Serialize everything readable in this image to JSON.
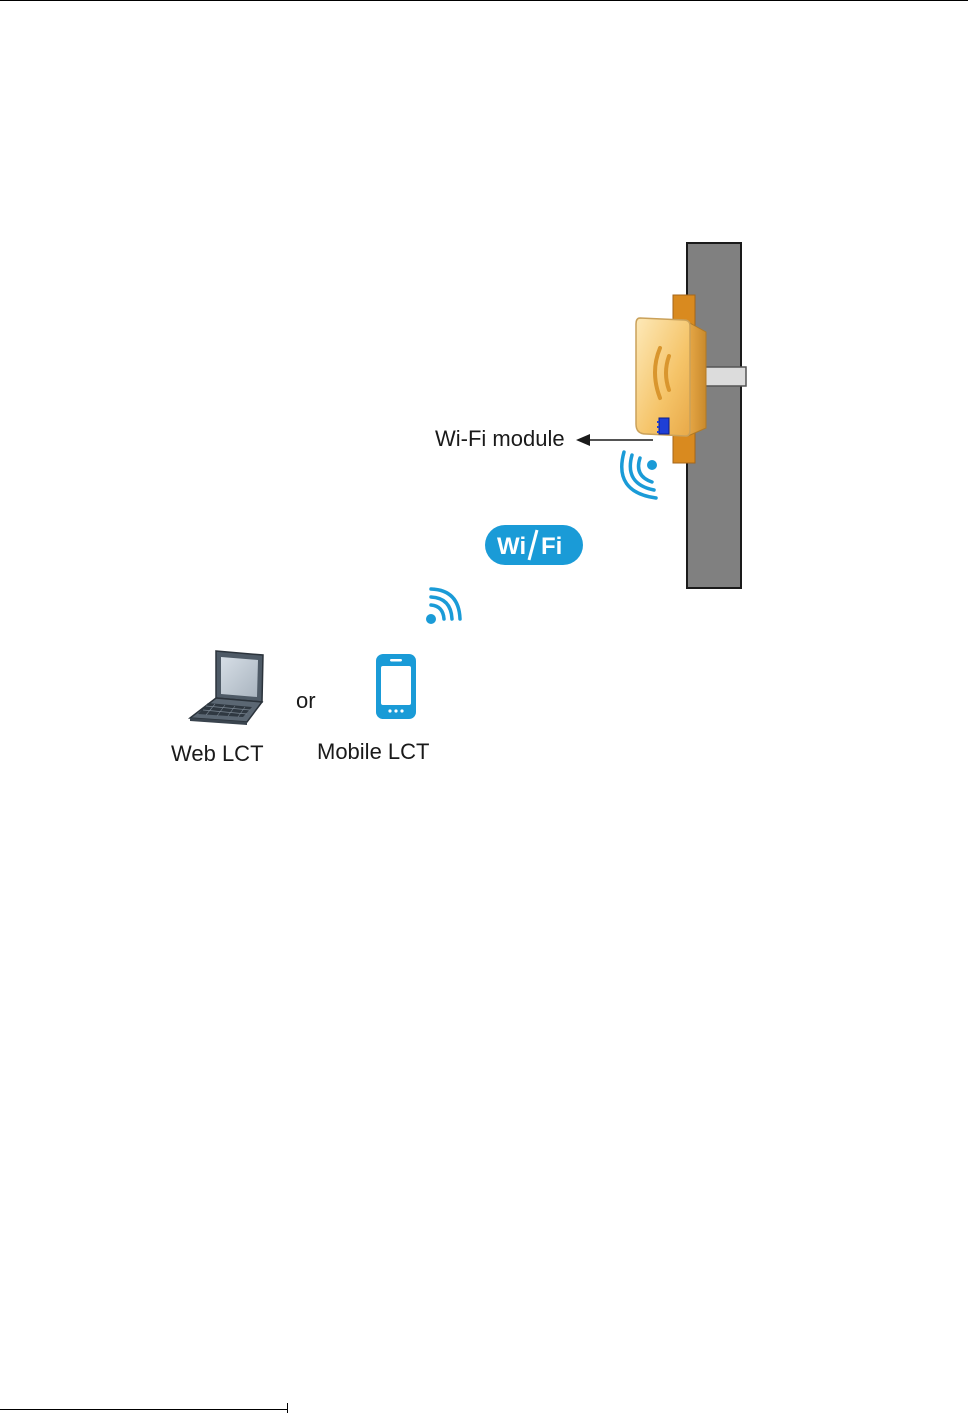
{
  "diagram": {
    "wifi_module_label": "Wi-Fi module",
    "wifi_badge": {
      "left": "Wi",
      "right": "Fi"
    },
    "or_label": "or",
    "web_lct_label": "Web LCT",
    "mobile_lct_label": "Mobile LCT",
    "icons": {
      "pole": "pole-icon",
      "device": "outdoor-unit-icon",
      "wifi_module": "wifi-module-icon",
      "laptop": "laptop-icon",
      "phone": "mobile-phone-icon"
    },
    "colors": {
      "wifi_blue": "#1a9bd7",
      "pole_gray": "#808080",
      "device_orange": "#f5c469",
      "bracket_brown": "#d98a1f"
    }
  }
}
